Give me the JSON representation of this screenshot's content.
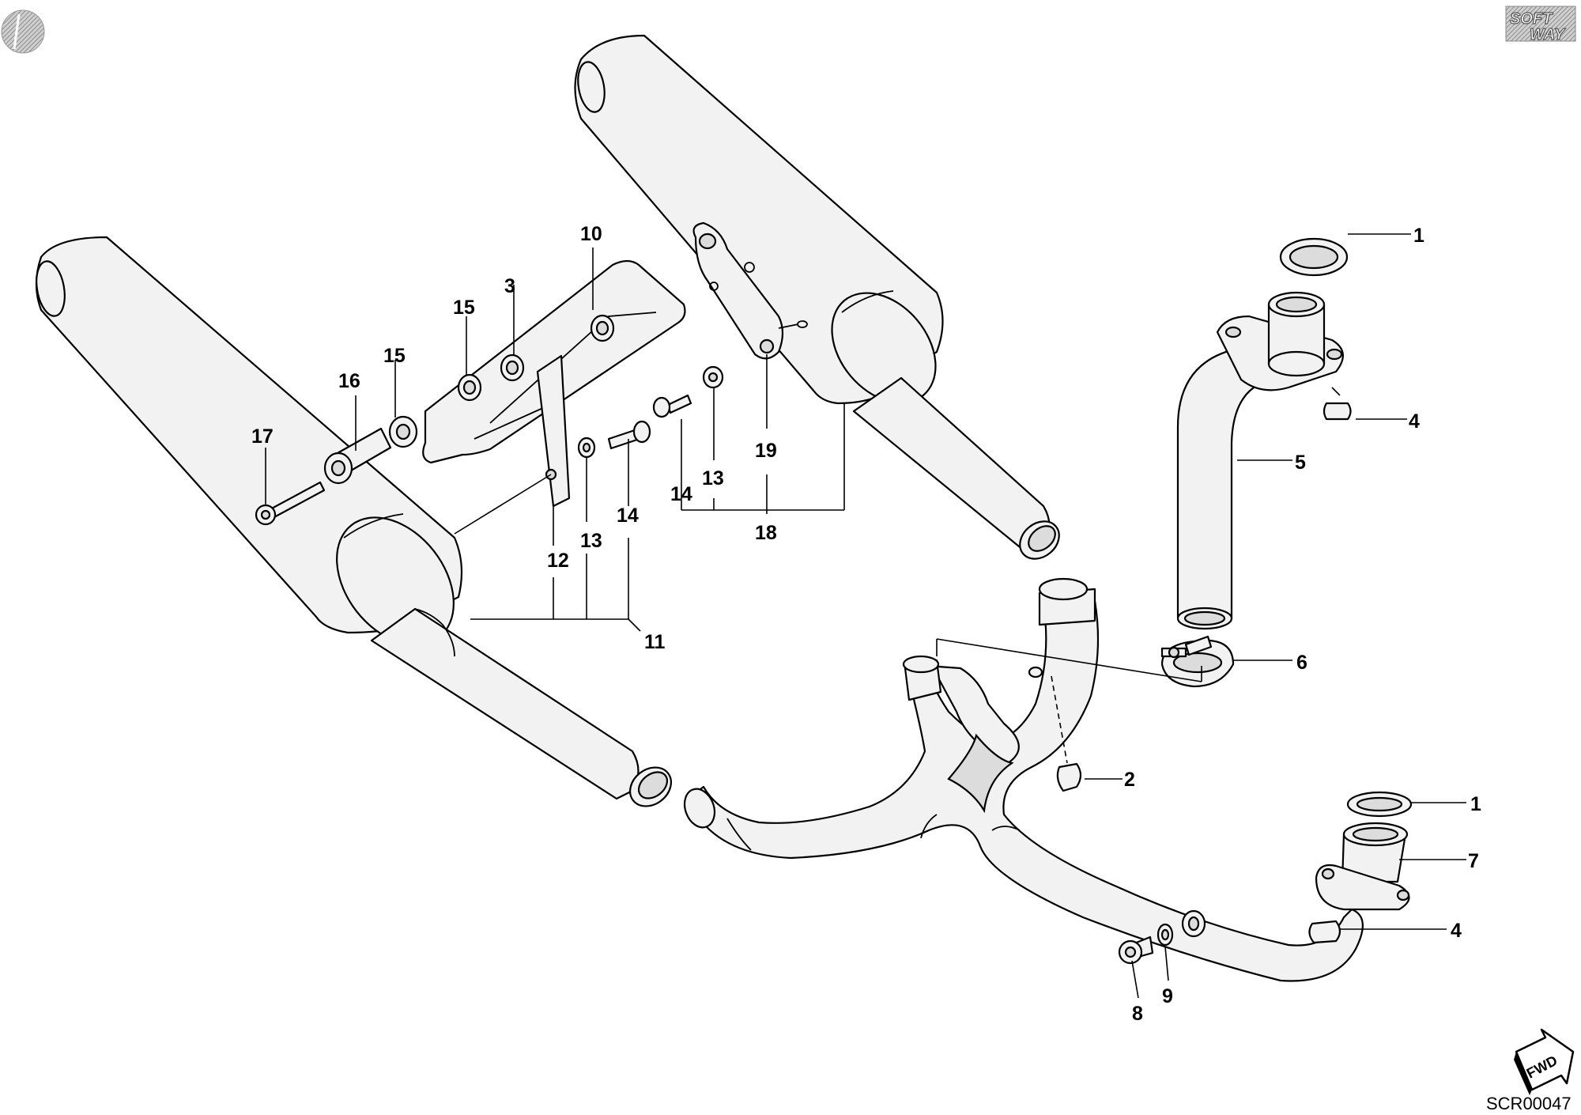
{
  "diagram": {
    "callouts": [
      "1",
      "2",
      "3",
      "4",
      "5",
      "6",
      "7",
      "8",
      "9",
      "10",
      "11",
      "12",
      "13",
      "14",
      "15",
      "16",
      "17",
      "18",
      "19"
    ],
    "labels": {
      "c1a": "1",
      "c1b": "1",
      "c2": "2",
      "c3": "3",
      "c4a": "4",
      "c4b": "4",
      "c5": "5",
      "c6": "6",
      "c7": "7",
      "c8": "8",
      "c9": "9",
      "c10": "10",
      "c11": "11",
      "c12": "12",
      "c13a": "13",
      "c13b": "13",
      "c14a": "14",
      "c14b": "14",
      "c15a": "15",
      "c15b": "15",
      "c16": "16",
      "c17": "17",
      "c18": "18",
      "c19": "19"
    },
    "drawing_code": "SCR00047",
    "direction_label": "FWD",
    "brand_logo": [
      "SOFT",
      "WAY"
    ]
  },
  "colors": {
    "line": "#000000",
    "fill": "#f2f2f2",
    "shade": "#dcdcdc",
    "background": "#ffffff"
  },
  "icons": {
    "corner_mark": "round-hatched-badge-icon",
    "direction": "forward-arrow-icon",
    "logo": "softway-logo"
  }
}
